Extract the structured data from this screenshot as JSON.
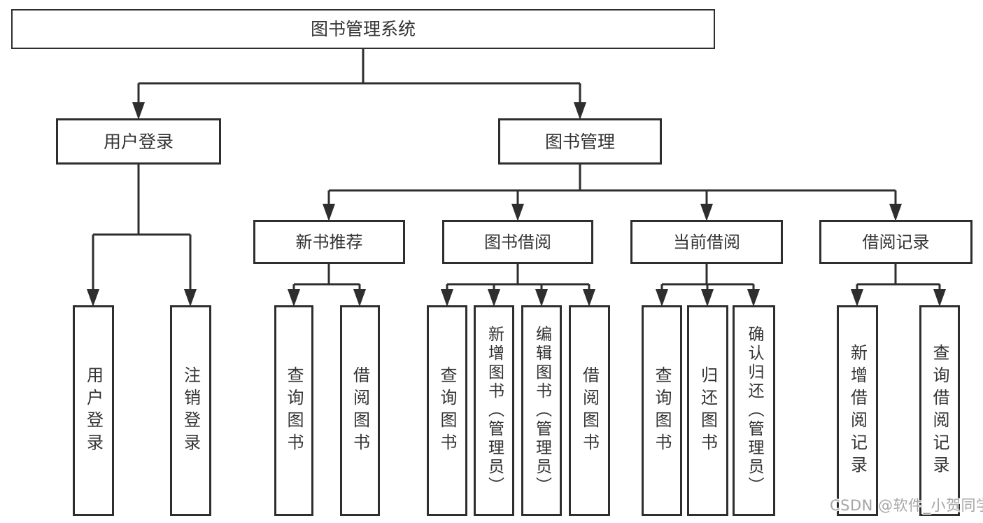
{
  "tree": {
    "root": "图书管理系统",
    "children": [
      {
        "label": "用户登录",
        "children": [
          {
            "label": "用户登录"
          },
          {
            "label": "注销登录"
          }
        ]
      },
      {
        "label": "图书管理",
        "children": [
          {
            "label": "新书推荐",
            "children": [
              {
                "label": "查询图书"
              },
              {
                "label": "借阅图书"
              }
            ]
          },
          {
            "label": "图书借阅",
            "children": [
              {
                "label": "查询图书"
              },
              {
                "label": "新增图书（管理员）"
              },
              {
                "label": "编辑图书（管理员）"
              },
              {
                "label": "借阅图书"
              }
            ]
          },
          {
            "label": "当前借阅",
            "children": [
              {
                "label": "查询图书"
              },
              {
                "label": "归还图书"
              },
              {
                "label": "确认归还（管理员）"
              }
            ]
          },
          {
            "label": "借阅记录",
            "children": [
              {
                "label": "新增借阅记录"
              },
              {
                "label": "查询借阅记录"
              }
            ]
          }
        ]
      }
    ]
  },
  "watermark": "CSDN @软件_小贺同学",
  "colors": {
    "line": "#2e2e2e",
    "text": "#333333",
    "watermark": "#a6a6a6",
    "background": "#ffffff"
  }
}
